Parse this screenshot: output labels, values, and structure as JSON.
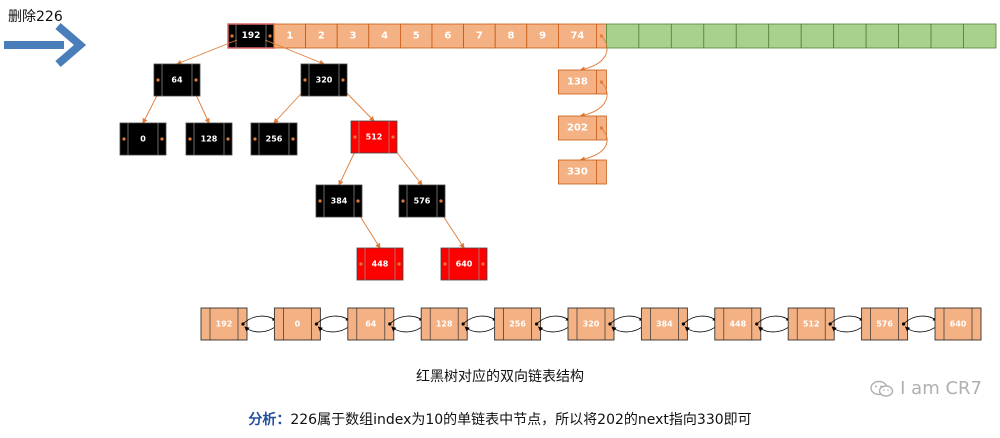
{
  "header": {
    "title": "删除226"
  },
  "array": {
    "head_value": "192",
    "indices": [
      "1",
      "2",
      "3",
      "4",
      "5",
      "6",
      "7",
      "8",
      "9"
    ],
    "bucket_head": "74",
    "green_cell_count": 12,
    "colors": {
      "orange": "#f4b183",
      "orange_border": "#c65911",
      "green": "#a9d18e",
      "green_border": "#548235"
    }
  },
  "bucket_list": [
    "138",
    "202",
    "330"
  ],
  "tree": {
    "nodes": [
      {
        "id": "192",
        "color": "black"
      },
      {
        "id": "64",
        "color": "black"
      },
      {
        "id": "320",
        "color": "black"
      },
      {
        "id": "0",
        "color": "black"
      },
      {
        "id": "128",
        "color": "black"
      },
      {
        "id": "256",
        "color": "black"
      },
      {
        "id": "512",
        "color": "red"
      },
      {
        "id": "384",
        "color": "black"
      },
      {
        "id": "576",
        "color": "black"
      },
      {
        "id": "448",
        "color": "red"
      },
      {
        "id": "640",
        "color": "red"
      }
    ],
    "edges": [
      [
        "192",
        "64"
      ],
      [
        "192",
        "320"
      ],
      [
        "64",
        "0"
      ],
      [
        "64",
        "128"
      ],
      [
        "320",
        "256"
      ],
      [
        "320",
        "512"
      ],
      [
        "512",
        "384"
      ],
      [
        "512",
        "576"
      ],
      [
        "384",
        "448"
      ],
      [
        "576",
        "640"
      ]
    ]
  },
  "linked_list": [
    "192",
    "0",
    "64",
    "128",
    "256",
    "320",
    "384",
    "448",
    "512",
    "576",
    "640"
  ],
  "caption": "红黑树对应的双向链表结构",
  "analysis": {
    "label": "分析：",
    "text": "226属于数组index为10的单链表中节点，所以将202的next指向330即可"
  },
  "watermark": {
    "text": "I am CR7",
    "icon": "wechat-icon"
  },
  "colors": {
    "arrow_blue": "#4a7ebb",
    "edge_orange": "#e07b39",
    "red_node": "#ff0000",
    "black_node": "#000000"
  }
}
